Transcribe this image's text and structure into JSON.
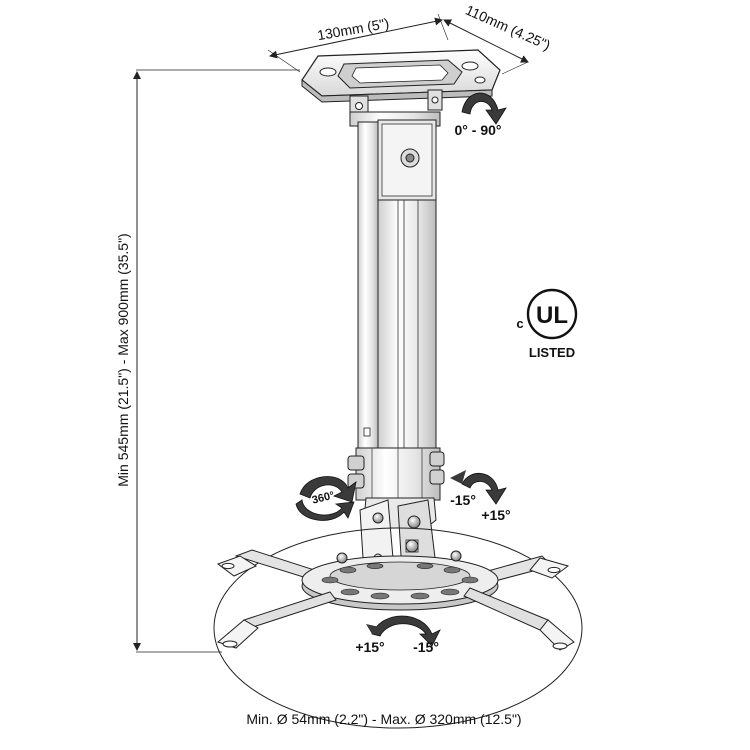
{
  "dimensions": {
    "plate_width": "130mm (5\")",
    "plate_depth": "110mm (4.25\")",
    "height_range": "Min 545mm (21.5\") - Max 900mm (35.5\")",
    "bracket_diameter": "Min. Ø 54mm (2.2\") - Max. Ø  320mm (12.5\")"
  },
  "rotations": {
    "ceiling_tilt": "0° - 90°",
    "swivel": "360°",
    "tilt_minus": "-15°",
    "tilt_plus": "+15°",
    "roll_plus": "+15°",
    "roll_minus": "-15°"
  },
  "certification": {
    "prefix": "c",
    "mark": "UL",
    "caption": "LISTED"
  },
  "colors": {
    "line": "#222222",
    "metal_light": "#f2f2f2",
    "metal_mid": "#d4d4d4",
    "metal_dark": "#8a8a8a",
    "arrow": "#3a3a3a"
  }
}
